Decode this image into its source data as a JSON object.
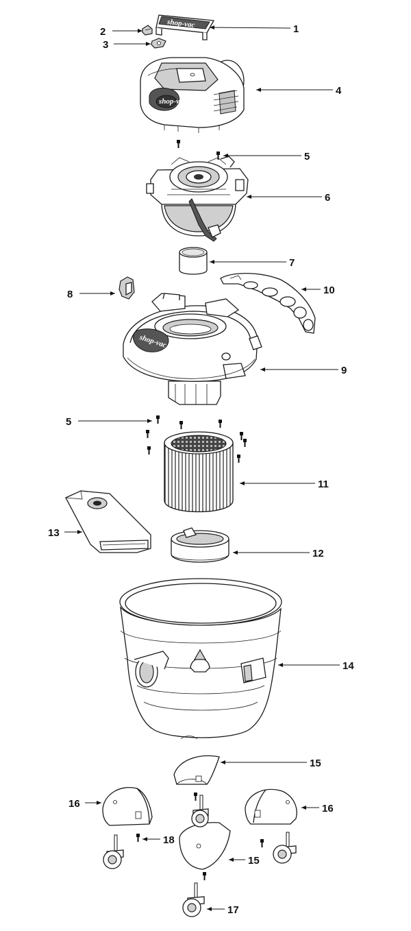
{
  "callouts": {
    "c1": "1",
    "c2": "2",
    "c3": "3",
    "c4": "4",
    "c5a": "5",
    "c6": "6",
    "c7": "7",
    "c8": "8",
    "c9": "9",
    "c10": "10",
    "c5b": "5",
    "c11": "11",
    "c12": "12",
    "c13": "13",
    "c14": "14",
    "c15a": "15",
    "c16a": "16",
    "c16b": "16",
    "c18": "18",
    "c15b": "15",
    "c17": "17"
  },
  "brand": {
    "handle_text": "shop-vac",
    "lid_text": "shop-vac",
    "motor_badge": "shop-vac"
  },
  "colors": {
    "line": "#111111",
    "fill": "#ffffff",
    "shade": "#cfcfcf",
    "dark": "#555555"
  }
}
